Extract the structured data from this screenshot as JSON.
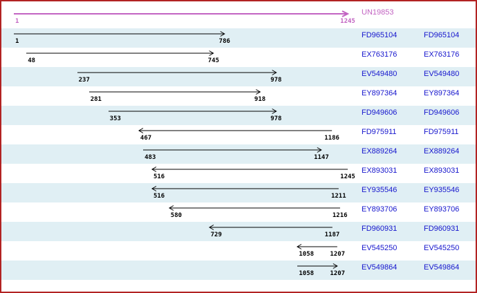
{
  "colors": {
    "frame_border": "#b22222",
    "row_highlight": "#e0eff4",
    "consensus": "#c263c2",
    "accession_link": "#1515cd",
    "read_arrow": "#000000"
  },
  "consensus": {
    "name": "UN19853",
    "start": 1,
    "end": 1245,
    "direction": "right"
  },
  "reads": [
    {
      "name": "FD965104",
      "start": 1,
      "end": 786,
      "direction": "right"
    },
    {
      "name": "EX763176",
      "start": 48,
      "end": 745,
      "direction": "right"
    },
    {
      "name": "EV549480",
      "start": 237,
      "end": 978,
      "direction": "right"
    },
    {
      "name": "EY897364",
      "start": 281,
      "end": 918,
      "direction": "right"
    },
    {
      "name": "FD949606",
      "start": 353,
      "end": 978,
      "direction": "right"
    },
    {
      "name": "FD975911",
      "start": 467,
      "end": 1186,
      "direction": "left"
    },
    {
      "name": "EX889264",
      "start": 483,
      "end": 1147,
      "direction": "right"
    },
    {
      "name": "EX893031",
      "start": 516,
      "end": 1245,
      "direction": "left"
    },
    {
      "name": "EY935546",
      "start": 516,
      "end": 1211,
      "direction": "left"
    },
    {
      "name": "EY893706",
      "start": 580,
      "end": 1216,
      "direction": "left"
    },
    {
      "name": "FD960931",
      "start": 729,
      "end": 1187,
      "direction": "left"
    },
    {
      "name": "EV545250",
      "start": 1058,
      "end": 1207,
      "direction": "left"
    },
    {
      "name": "EV549864",
      "start": 1058,
      "end": 1207,
      "direction": "right"
    }
  ]
}
